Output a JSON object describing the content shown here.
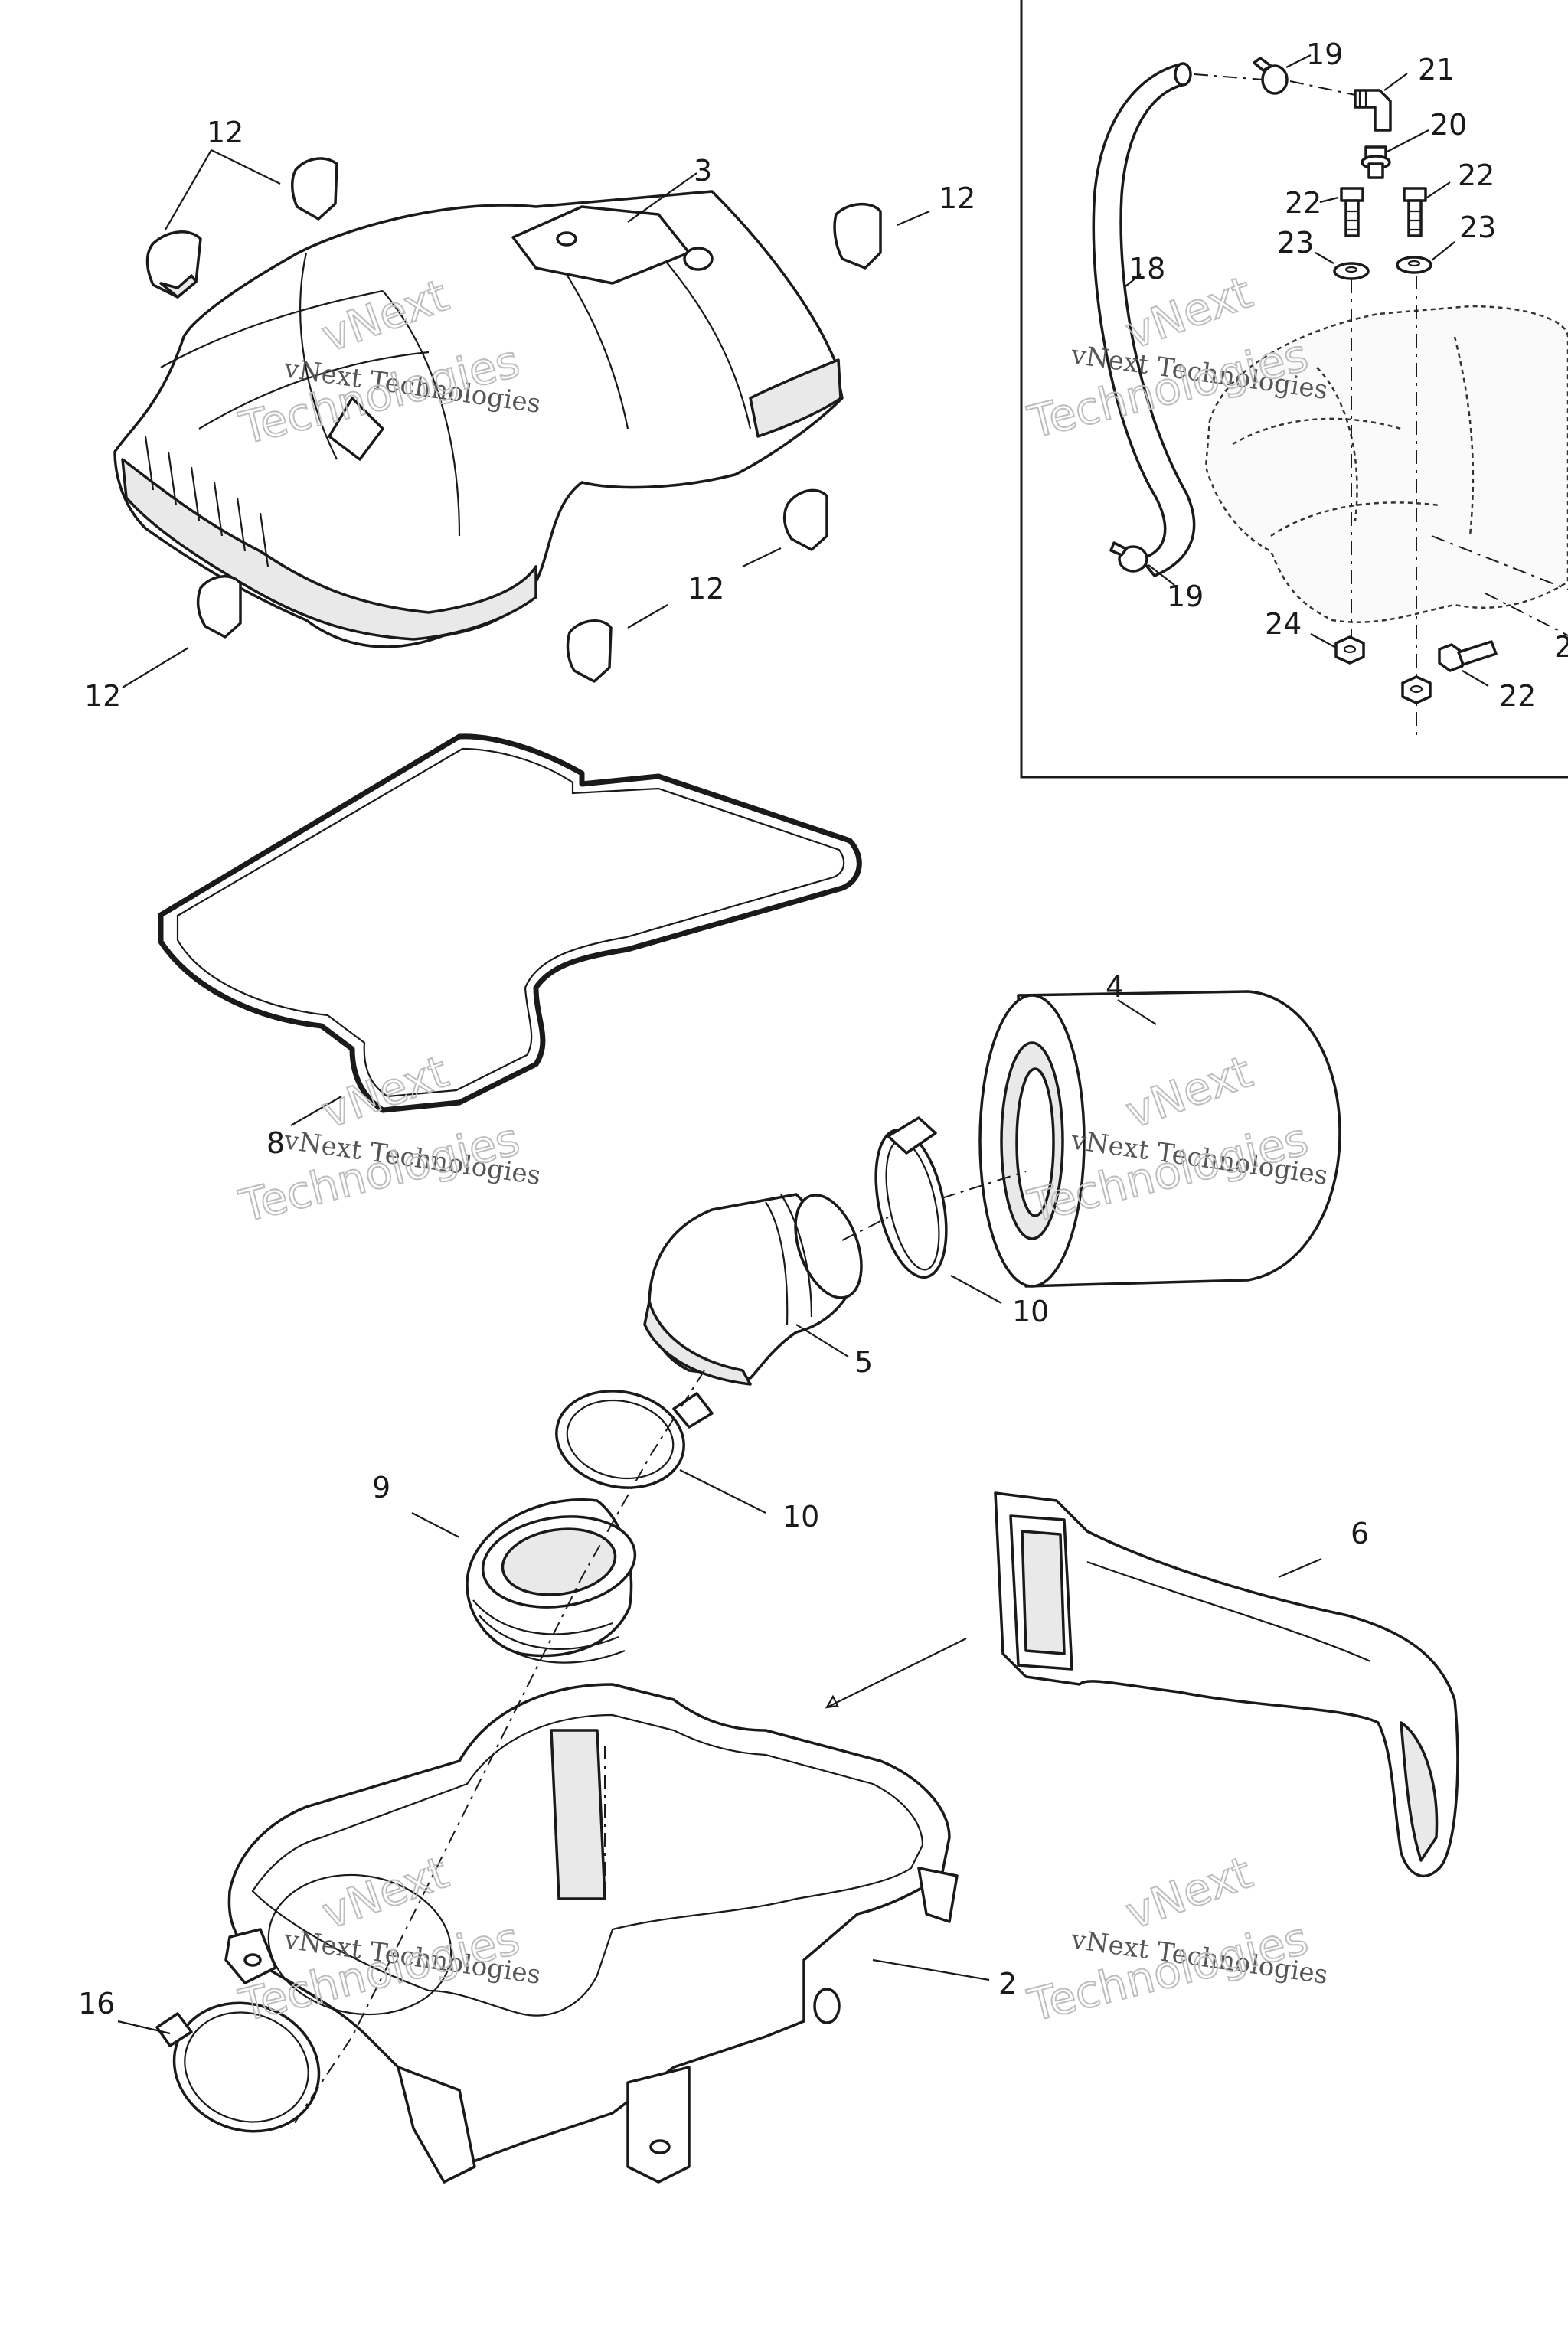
{
  "watermark": {
    "line1": "vNext Technologies",
    "line2": "Technologies",
    "line3": "vNext"
  },
  "callouts": {
    "c2": "2",
    "c3": "3",
    "c4": "4",
    "c5": "5",
    "c6": "6",
    "c8": "8",
    "c9": "9",
    "c10": "10",
    "c12": "12",
    "c16": "16",
    "c18": "18",
    "c19": "19",
    "c20": "20",
    "c21": "21",
    "c22": "22",
    "c23": "23",
    "c24": "24",
    "c_cut": "2"
  }
}
